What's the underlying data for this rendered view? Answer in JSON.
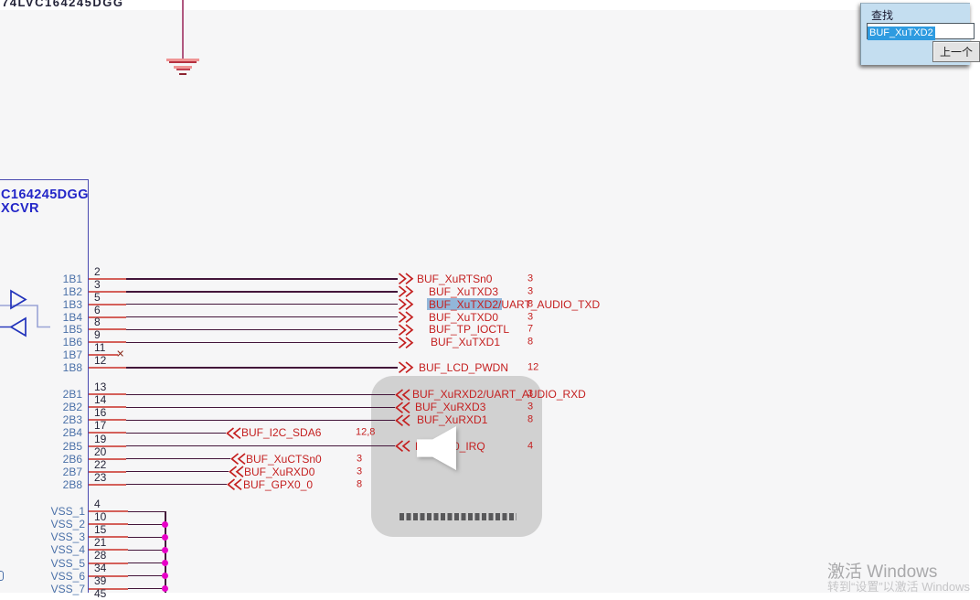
{
  "find_dialog": {
    "title": "查找",
    "input_value": "BUF_XuTXD2",
    "prev_button": "上一个"
  },
  "watermark": {
    "line1": "激活 Windows",
    "line2": "转到“设置”以激活 Windows"
  },
  "schematic": {
    "clipped_top_text": "74LVC164245DGG",
    "chip_name": "C164245DGG",
    "chip_type": "XCVR",
    "group_1b": {
      "pins": [
        {
          "label": "1B1",
          "num": "2",
          "net": "BUF_XuRTSn0",
          "ref": "3"
        },
        {
          "label": "1B2",
          "num": "3",
          "net": "BUF_XuTXD3",
          "ref": "3"
        },
        {
          "label": "1B3",
          "num": "5",
          "net": "BUF_XuTXD2/UART_AUDIO_TXD",
          "ref": "8",
          "highlighted_text": "BUF_XuTXD2"
        },
        {
          "label": "1B4",
          "num": "6",
          "net": "BUF_XuTXD0",
          "ref": "3"
        },
        {
          "label": "1B5",
          "num": "8",
          "net": "BUF_TP_IOCTL",
          "ref": "7"
        },
        {
          "label": "1B6",
          "num": "9",
          "net": "BUF_XuTXD1",
          "ref": "8"
        },
        {
          "label": "1B7",
          "num": "11",
          "net": "",
          "ref": "",
          "no_connect": true
        },
        {
          "label": "1B8",
          "num": "12",
          "net": "BUF_LCD_PWDN",
          "ref": "12"
        }
      ]
    },
    "group_2b": {
      "pins": [
        {
          "label": "2B1",
          "num": "13",
          "net": "BUF_XuRXD2/UART_AUDIO_RXD",
          "ref": "3"
        },
        {
          "label": "2B2",
          "num": "14",
          "net": "BUF_XuRXD3",
          "ref": "3"
        },
        {
          "label": "2B3",
          "num": "16",
          "net": "BUF_XuRXD1",
          "ref": "8"
        },
        {
          "label": "2B4",
          "num": "17",
          "net": "BUF_I2C_SDA6",
          "ref": "12,8"
        },
        {
          "label": "2B5",
          "num": "19",
          "net_parts": [
            "D",
            "0_IRQ"
          ],
          "ref": "4"
        },
        {
          "label": "2B6",
          "num": "20",
          "net": "BUF_XuCTSn0",
          "ref": "3"
        },
        {
          "label": "2B7",
          "num": "22",
          "net": "BUF_XuRXD0",
          "ref": "3"
        },
        {
          "label": "2B8",
          "num": "23",
          "net": "BUF_GPX0_0",
          "ref": "8"
        }
      ]
    },
    "group_vss": {
      "pins": [
        {
          "label": "VSS_1",
          "num": "4"
        },
        {
          "label": "VSS_2",
          "num": "10"
        },
        {
          "label": "VSS_3",
          "num": "15"
        },
        {
          "label": "VSS_4",
          "num": "21"
        },
        {
          "label": "VSS_5",
          "num": "28"
        },
        {
          "label": "VSS_6",
          "num": "34"
        },
        {
          "label": "VSS_7",
          "num": "39"
        },
        {
          "label": "",
          "num": "45"
        }
      ]
    }
  },
  "colors": {
    "net_red": "#c42020",
    "wire_dark": "#43153a",
    "pin_stub": "#d4605a",
    "pin_label_blue": "#4a70a8",
    "number_dark": "#26263a",
    "body_blue": "#4a4ab0",
    "chip_text_blue": "#2326c8",
    "match_highlight": "#92b6d9",
    "junction_magenta": "#e800c8",
    "selection_blue": "#2e9be0",
    "ground_stem": "#b05880",
    "osd_gray": "#d1d1d1"
  }
}
